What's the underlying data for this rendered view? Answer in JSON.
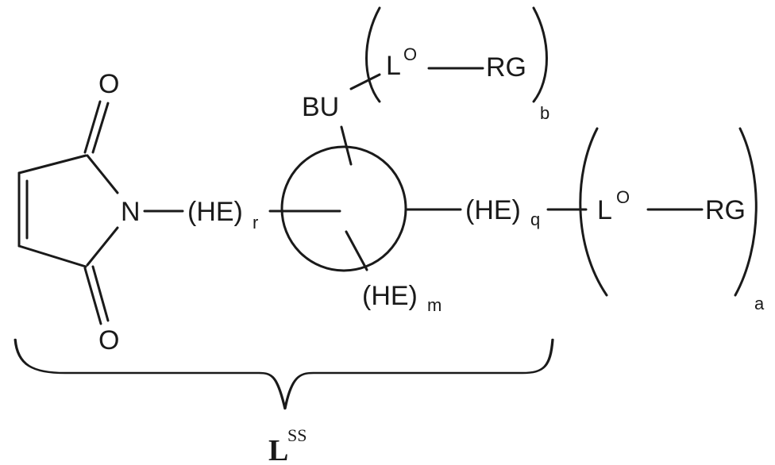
{
  "figure": {
    "type": "chemical-structure",
    "description": "Maleimide-linked scaffold with branching unit and reactive groups"
  },
  "maleimide": {
    "oxygen_top": "O",
    "oxygen_bottom": "O",
    "nitrogen": "N"
  },
  "chain_left": {
    "group": "(HE)",
    "subscript": "r"
  },
  "core_ring": {
    "label": ""
  },
  "branch_top": {
    "branching_unit": "BU",
    "linker": "L",
    "linker_sup": "O",
    "reactive_group": "RG",
    "multiplier": "b"
  },
  "branch_bottom": {
    "group": "(HE)",
    "subscript": "m"
  },
  "chain_right": {
    "group": "(HE)",
    "subscript": "q",
    "linker": "L",
    "linker_sup": "O",
    "reactive_group": "RG",
    "multiplier": "a"
  },
  "brace_label": {
    "main": "L",
    "sup": "SS"
  }
}
